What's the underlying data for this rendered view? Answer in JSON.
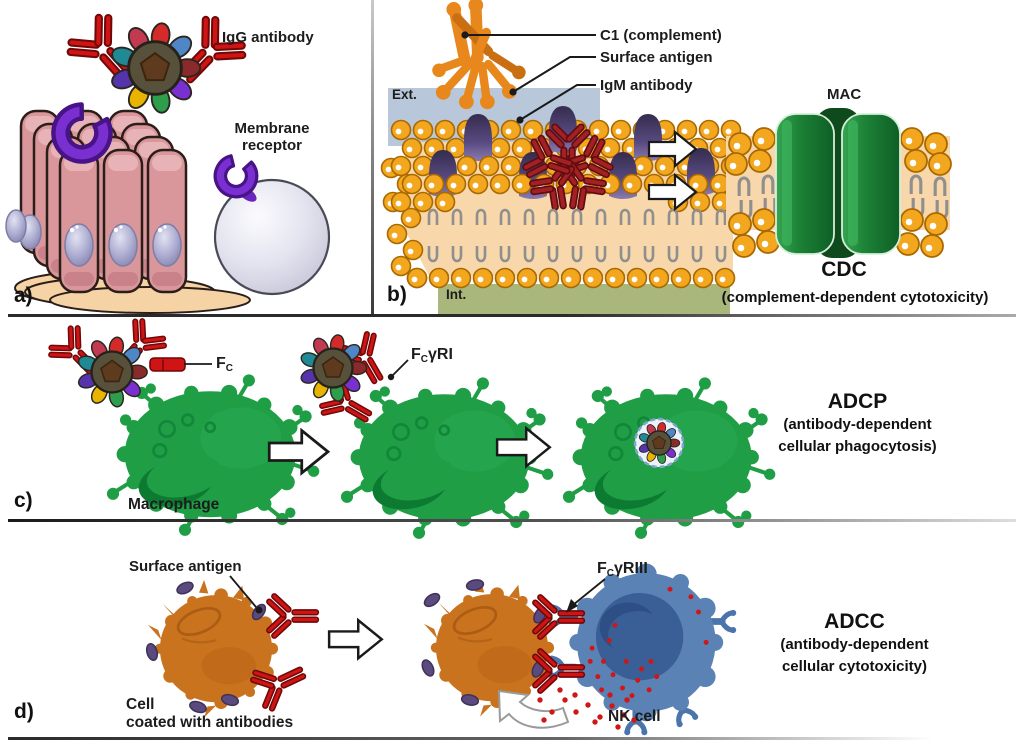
{
  "figure": {
    "panel_a": {
      "letter": "a)",
      "igg_antibody_label": "IgG antibody",
      "membrane_receptor_line1": "Membrane",
      "membrane_receptor_line2": "receptor"
    },
    "panel_b": {
      "letter": "b)",
      "ext_label": "Ext.",
      "int_label": "Int.",
      "c1_label": "C1 (complement)",
      "surface_antigen_label": "Surface antigen",
      "igm_label": "IgM antibody",
      "mac_label": "MAC",
      "cdc_title": "CDC",
      "cdc_subtitle": "(complement-dependent cytotoxicity)"
    },
    "panel_c": {
      "letter": "c)",
      "fc_base": "F",
      "fc_sub": "C",
      "fcgr1_base": "F",
      "fcgr1_sub": "C",
      "fcgr1_rest": "γRI",
      "macrophage_label": "Macrophage",
      "adcp_title": "ADCP",
      "adcp_sub1": "(antibody-dependent",
      "adcp_sub2": "cellular phagocytosis)"
    },
    "panel_d": {
      "letter": "d)",
      "surface_antigen_label": "Surface antigen",
      "fcgr3_base": "F",
      "fcgr3_sub": "C",
      "fcgr3_rest": "γRIII",
      "cell_line1": "Cell",
      "cell_line2": "coated with antibodies",
      "nk_label": "NK cell",
      "adcc_title": "ADCC",
      "adcc_sub1": "(antibody-dependent",
      "adcc_sub2": "cellular cytotoxicity)"
    }
  },
  "colors": {
    "antibody_red": "#ce1414",
    "igm_dark_red": "#a32024",
    "lipid_head_orange": "#f2a71e",
    "membrane_peach": "#f8d7ab",
    "ext_band_blue": "#b8c8da",
    "int_band_green": "#a9b77d",
    "surface_antigen_purple": "#4a3a6b",
    "membrane_receptor_purple": "#7a2fd0",
    "macrophage_green": "#1f9e46",
    "mac_pore_green": "#1c8236",
    "target_cell_orange": "#c9731f",
    "nk_cell_blue": "#5b82b5",
    "c1_orange": "#e8871c",
    "epithelium_pink": "#d9969b",
    "sphere_cell_gray": "#dcdce8"
  }
}
